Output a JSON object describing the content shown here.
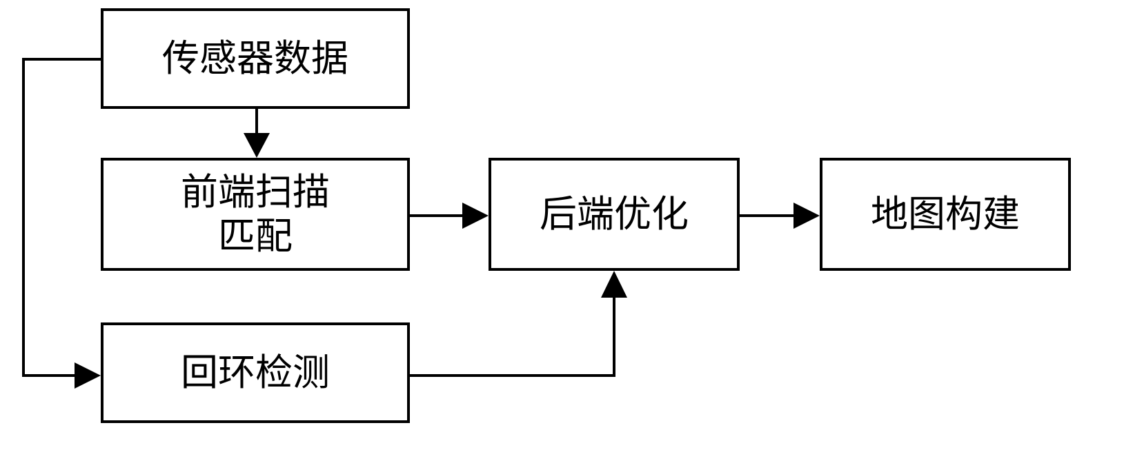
{
  "diagram": {
    "nodes": {
      "sensor_data": "传感器数据",
      "frontend_scan_matching": "前端扫描\n匹配",
      "loop_detection": "回环检测",
      "backend_optimization": "后端优化",
      "map_building": "地图构建"
    },
    "edges": [
      {
        "from": "sensor_data",
        "to": "frontend_scan_matching"
      },
      {
        "from": "sensor_data",
        "to": "loop_detection"
      },
      {
        "from": "frontend_scan_matching",
        "to": "backend_optimization"
      },
      {
        "from": "loop_detection",
        "to": "backend_optimization"
      },
      {
        "from": "backend_optimization",
        "to": "map_building"
      }
    ],
    "colors": {
      "stroke": "#000000",
      "background": "#ffffff"
    }
  }
}
